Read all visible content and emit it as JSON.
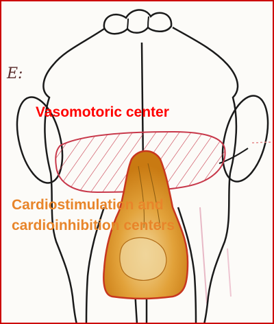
{
  "labels": {
    "vasomotor": "Vasomotoric center",
    "cardio_line1": "Cardiostimulation and",
    "cardio_line2": "cardioinhibition centers"
  },
  "handwritten_mark": "E:",
  "colors": {
    "frame": "#cc0000",
    "ink": "#1a1a1a",
    "hatch": "#c8384a",
    "center_fill": "#d9921c",
    "center_outline": "#c8361f",
    "vasomotor_label": "#ff0000",
    "cardio_label": "#e8852a"
  }
}
